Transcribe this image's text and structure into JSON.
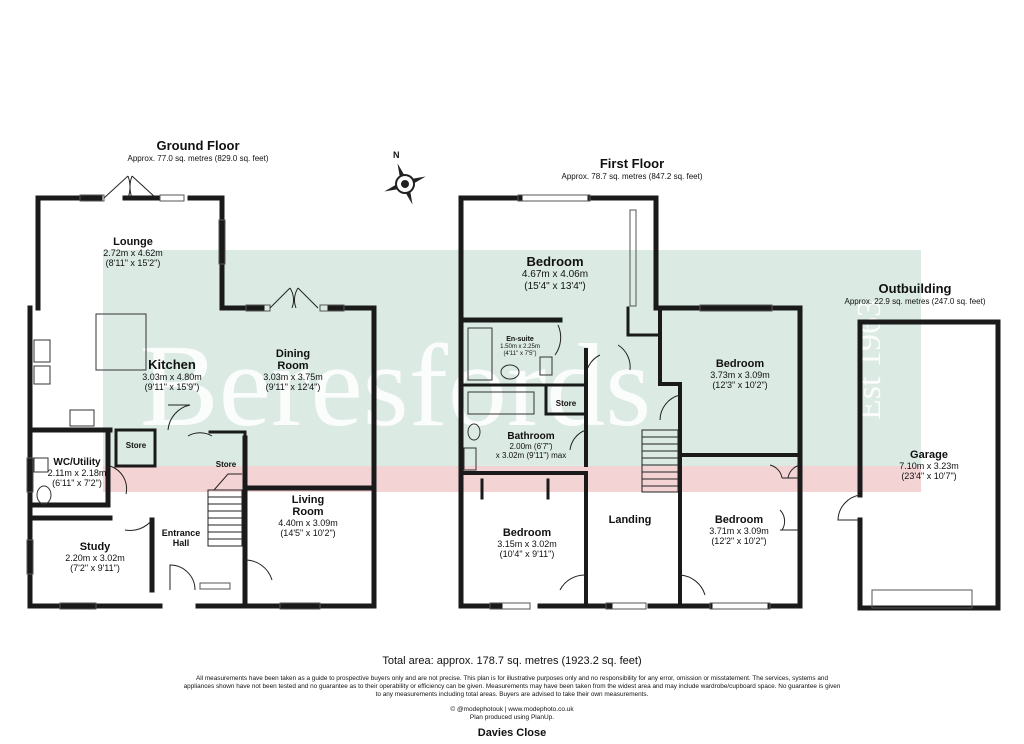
{
  "ground_floor": {
    "title": "Ground Floor",
    "area": "Approx. 77.0 sq. metres (829.0 sq. feet)",
    "rooms": {
      "lounge": {
        "name": "Lounge",
        "dims": [
          "2.72m x 4.62m",
          "(8'11\" x 15'2\")"
        ]
      },
      "kitchen": {
        "name": "Kitchen",
        "dims": [
          "3.03m x 4.80m",
          "(9'11\" x 15'9\")"
        ]
      },
      "dining": {
        "name": [
          "Dining",
          "Room"
        ],
        "dims": [
          "3.03m x 3.75m",
          "(9'11\" x 12'4\")"
        ]
      },
      "wc": {
        "name": "WC/Utility",
        "dims": [
          "2.11m x 2.18m",
          "(6'11\" x 7'2\")"
        ]
      },
      "store1": {
        "name": "Store"
      },
      "store2": {
        "name": "Store"
      },
      "living": {
        "name": [
          "Living",
          "Room"
        ],
        "dims": [
          "4.40m x 3.09m",
          "(14'5\" x 10'2\")"
        ]
      },
      "entrance": {
        "name": [
          "Entrance",
          "Hall"
        ]
      },
      "study": {
        "name": "Study",
        "dims": [
          "2.20m x 3.02m",
          "(7'2\" x 9'11\")"
        ]
      }
    }
  },
  "first_floor": {
    "title": "First Floor",
    "area": "Approx. 78.7 sq. metres (847.2 sq. feet)",
    "rooms": {
      "bed1": {
        "name": "Bedroom",
        "dims": [
          "4.67m x 4.06m",
          "(15'4\" x 13'4\")"
        ]
      },
      "ensuite": {
        "name": "En-suite",
        "dims": [
          "1.50m x 2.25m",
          "(4'11\" x 7'5\")"
        ]
      },
      "bed2": {
        "name": "Bedroom",
        "dims": [
          "3.73m x 3.09m",
          "(12'3\" x 10'2\")"
        ]
      },
      "store": {
        "name": "Store"
      },
      "bathroom": {
        "name": "Bathroom",
        "dims": [
          "2.00m (6'7\")",
          "x 3.02m (9'11\") max"
        ]
      },
      "bed3": {
        "name": "Bedroom",
        "dims": [
          "3.15m x 3.02m",
          "(10'4\" x 9'11\")"
        ]
      },
      "landing": {
        "name": "Landing"
      },
      "bed4": {
        "name": "Bedroom",
        "dims": [
          "3.71m x 3.09m",
          "(12'2\" x 10'2\")"
        ]
      }
    }
  },
  "outbuilding": {
    "title": "Outbuilding",
    "area": "Approx. 22.9 sq. metres (247.0 sq. feet)",
    "garage": {
      "name": "Garage",
      "dims": [
        "7.10m x 3.23m",
        "(23'4\" x 10'7\")"
      ]
    }
  },
  "compass_label": "N",
  "watermark": {
    "brand": "Beresfords",
    "est": "Est 1963"
  },
  "total_area": "Total area: approx. 178.7 sq. metres (1923.2 sq. feet)",
  "disclaimer": "All measurements have been taken as a guide to prospective buyers only and are not precise. This plan is for illustrative purposes only and no responsibility for any error, omission or misstatement. The services, systems and appliances shown have not been tested and no guarantee as to their operability or efficiency can be given. Measurements may have been taken from the widest area and may include wardrobe/cupboard space. No guarantee is given to any measurements including total areas. Buyers are advised to take their own measurements.",
  "credit": [
    "© @modephotouk | www.modephoto.co.uk",
    "Plan produced using PlanUp."
  ],
  "address": "Davies Close",
  "colors": {
    "wall": "#1a1a1a",
    "watermark_band": "#cfe3d9",
    "pink_band": "#f6d0d3"
  }
}
